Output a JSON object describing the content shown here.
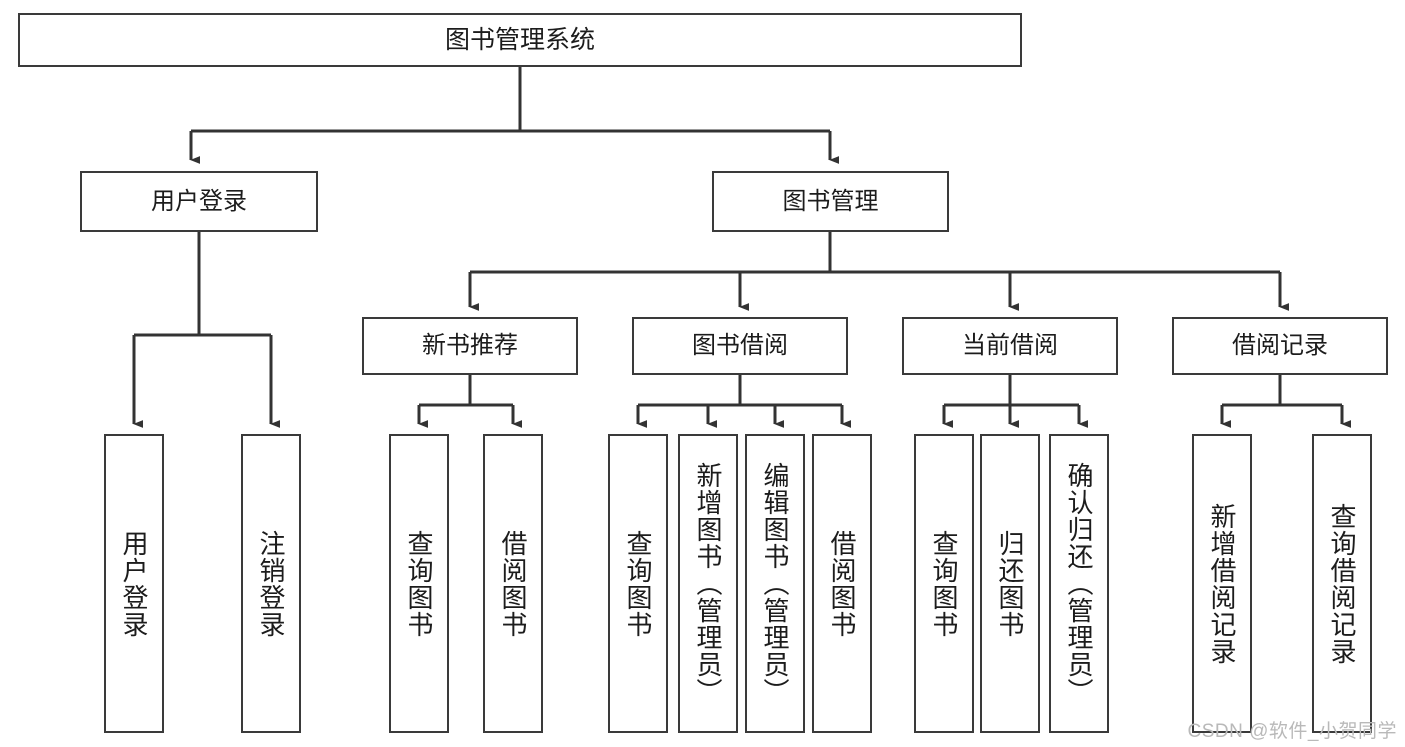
{
  "diagram": {
    "type": "tree-hierarchy",
    "title": "图书管理系统",
    "colors": {
      "box_border": "#3a3a3a",
      "box_fill": "#ffffff",
      "connector": "#333333",
      "text": "#1c1c1c",
      "watermark": "#b9b9b9",
      "background": "#ffffff"
    },
    "nodes": {
      "root": {
        "label": "图书管理系统"
      },
      "level2": [
        {
          "id": "user-login",
          "label": "用户登录"
        },
        {
          "id": "book-manage",
          "label": "图书管理"
        }
      ],
      "level3": [
        {
          "id": "new-book-recommend",
          "label": "新书推荐"
        },
        {
          "id": "book-borrow",
          "label": "图书借阅"
        },
        {
          "id": "current-borrow",
          "label": "当前借阅"
        },
        {
          "id": "borrow-record",
          "label": "借阅记录"
        }
      ],
      "leaves": {
        "user-login": [
          {
            "id": "leaf-user-login",
            "label": "用户登录"
          },
          {
            "id": "leaf-logout",
            "label": "注销登录"
          }
        ],
        "new-book-recommend": [
          {
            "id": "leaf-query-book-1",
            "label": "查询图书"
          },
          {
            "id": "leaf-borrow-book-1",
            "label": "借阅图书"
          }
        ],
        "book-borrow": [
          {
            "id": "leaf-query-book-2",
            "label": "查询图书"
          },
          {
            "id": "leaf-add-book",
            "label": "新增图书（管理员）"
          },
          {
            "id": "leaf-edit-book",
            "label": "编辑图书（管理员）"
          },
          {
            "id": "leaf-borrow-book-2",
            "label": "借阅图书"
          }
        ],
        "current-borrow": [
          {
            "id": "leaf-query-book-3",
            "label": "查询图书"
          },
          {
            "id": "leaf-return-book",
            "label": "归还图书"
          },
          {
            "id": "leaf-confirm-return",
            "label": "确认归还（管理员）"
          }
        ],
        "borrow-record": [
          {
            "id": "leaf-add-record",
            "label": "新增借阅记录"
          },
          {
            "id": "leaf-query-record",
            "label": "查询借阅记录"
          }
        ]
      }
    }
  },
  "watermark": {
    "text": "CSDN @软件_小贺同学"
  }
}
